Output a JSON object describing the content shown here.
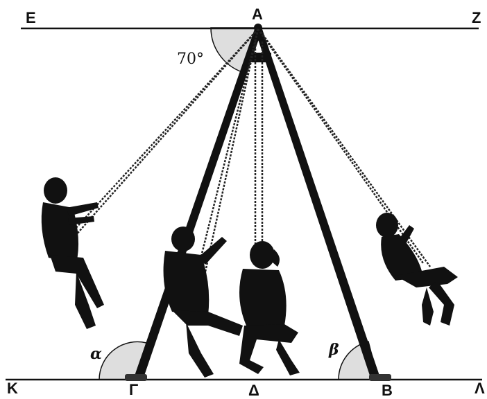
{
  "points": {
    "E": "Ε",
    "A": "Α",
    "Z": "Ζ",
    "K": "Κ",
    "G": "Γ",
    "D": "Δ",
    "B": "Β",
    "L": "Λ"
  },
  "angles": {
    "top": "70°",
    "alpha": "α",
    "beta": "β"
  },
  "colors": {
    "line": "#111111",
    "silhouette": "#111111",
    "angle_fill": "#dedede"
  }
}
